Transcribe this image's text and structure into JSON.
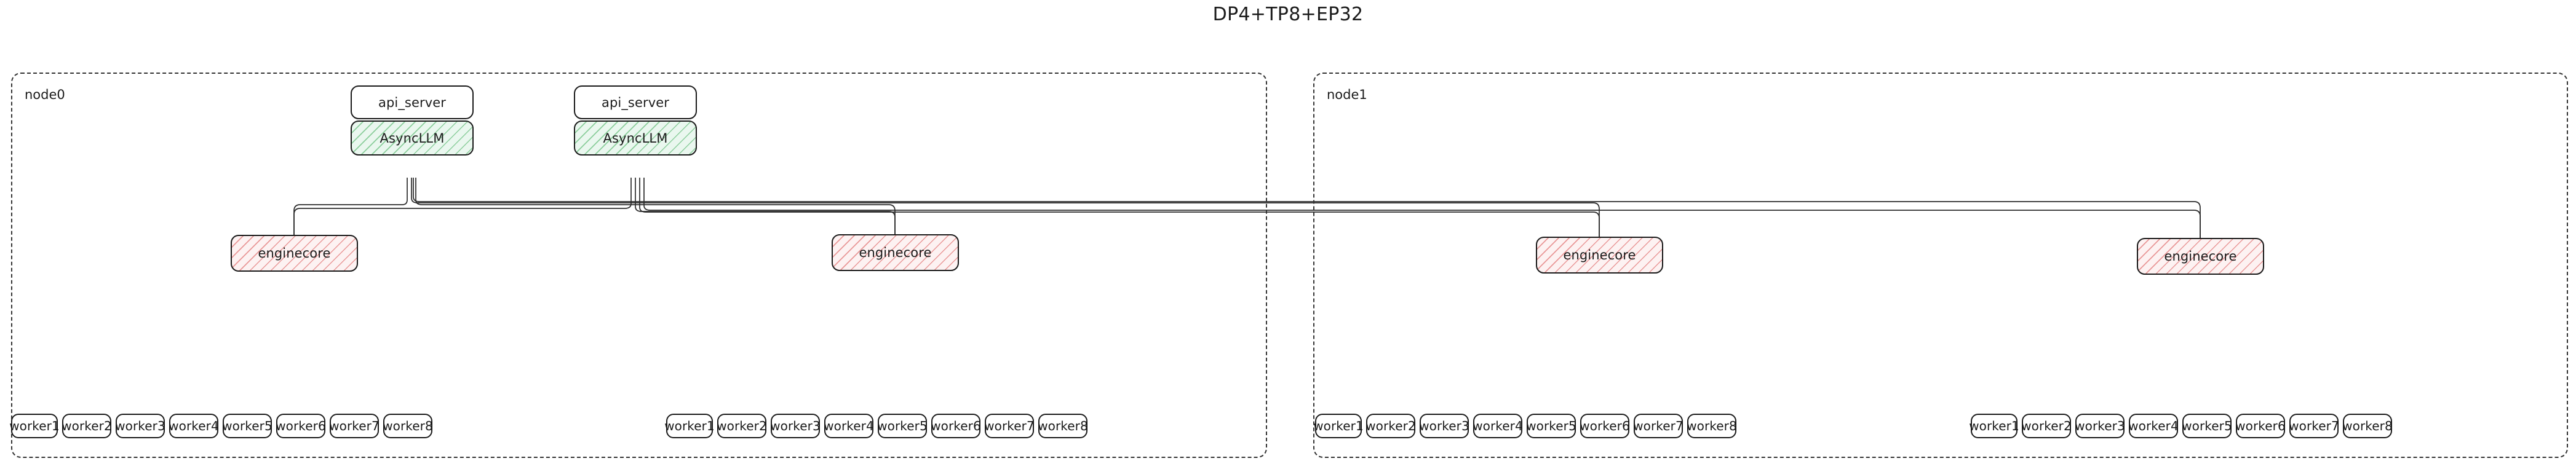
{
  "diagram": {
    "title": "DP4+TP8+EP32",
    "type": "architecture-graph",
    "edge_style": "orthogonal-arrow",
    "colors": {
      "background": "#ffffff",
      "frame_border": "#333333",
      "node_border": "#1a1a1a",
      "async_llm_fill": "#eaf7ef",
      "async_llm_hatch": "#7ac78c",
      "enginecore_fill": "#fdf2f2",
      "enginecore_hatch": "#e27878",
      "text": "#1b1b1b"
    },
    "clusters": [
      {
        "id": "node0",
        "label": "node0",
        "api_servers": [
          {
            "api_label": "api_server",
            "engine_label": "AsyncLLM"
          },
          {
            "api_label": "api_server",
            "engine_label": "AsyncLLM"
          }
        ],
        "enginecores": [
          {
            "label": "enginecore"
          },
          {
            "label": "enginecore"
          }
        ],
        "worker_groups": [
          {
            "workers": [
              "worker1",
              "worker2",
              "worker3",
              "worker4",
              "worker5",
              "worker6",
              "worker7",
              "worker8"
            ]
          },
          {
            "workers": [
              "worker1",
              "worker2",
              "worker3",
              "worker4",
              "worker5",
              "worker6",
              "worker7",
              "worker8"
            ]
          }
        ]
      },
      {
        "id": "node1",
        "label": "node1",
        "api_servers": [],
        "enginecores": [
          {
            "label": "enginecore"
          },
          {
            "label": "enginecore"
          }
        ],
        "worker_groups": [
          {
            "workers": [
              "worker1",
              "worker2",
              "worker3",
              "worker4",
              "worker5",
              "worker6",
              "worker7",
              "worker8"
            ]
          },
          {
            "workers": [
              "worker1",
              "worker2",
              "worker3",
              "worker4",
              "worker5",
              "worker6",
              "worker7",
              "worker8"
            ]
          }
        ]
      }
    ]
  }
}
